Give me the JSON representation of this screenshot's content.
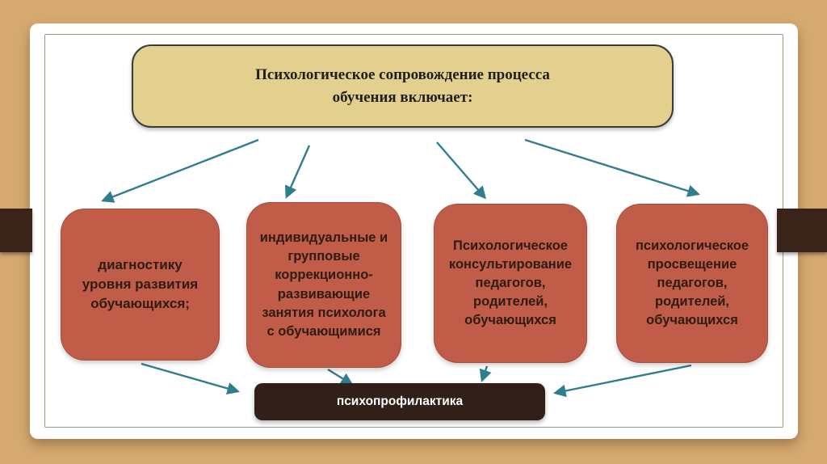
{
  "slide": {
    "title": "Психологическое сопровождение процесса обучения включает:",
    "boxes": [
      {
        "label": "диагностику уровня  развития обучающихся;"
      },
      {
        "label": "индивидуальные и групповые коррекционно-развивающие занятия психолога с обучающимися"
      },
      {
        "label": "Психологическое консультирование педагогов, родителей, обучающихся"
      },
      {
        "label": "психологическое просвещение педагогов, родителей, обучающихся"
      }
    ],
    "footer": "психопрофилактика",
    "colors": {
      "wood_light": "#dcb37c",
      "wood_dark": "#c99f66",
      "slide_bg": "#ffffff",
      "slide_border": "#86a477",
      "clip": "#3a241a",
      "title_bg": "#e3cf8e",
      "title_border": "#3c3c34",
      "title_text": "#1f1f1f",
      "node_bg": "#c05c47",
      "node_text": "#2e1c12",
      "arrow": "#2f7e8e",
      "footer_bg": "#31201a",
      "footer_text": "#ffffff"
    }
  }
}
